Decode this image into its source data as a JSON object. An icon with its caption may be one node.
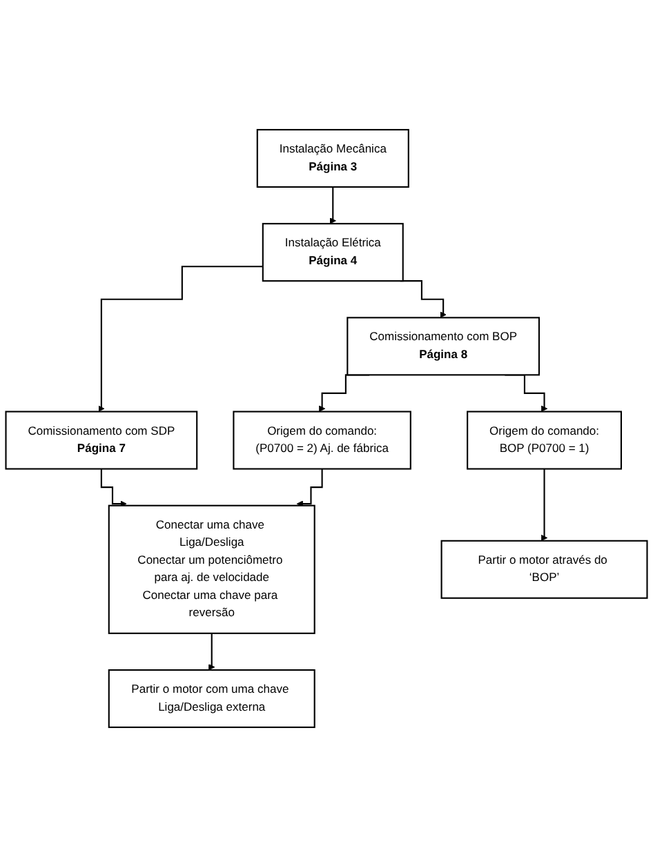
{
  "diagram": {
    "nodes": [
      {
        "text": [
          "Instalação Mecânica",
          "Página 3"
        ]
      },
      {
        "text": [
          "Instalação Elétrica",
          "Página 4"
        ]
      },
      {
        "text": [
          "Comissionamento com SDP",
          "Página 7"
        ]
      },
      {
        "text": [
          "Comissionamento com BOP",
          "Página 8"
        ]
      },
      {
        "text": [
          "Origem do comando:",
          "(P0700 = 2) Aj. de fábrica"
        ]
      },
      {
        "text": [
          "Origem do comando:",
          "BOP (P0700 = 1)"
        ]
      },
      {
        "text": [
          "Conectar uma chave Liga/Desliga",
          "Conectar um potenciômetro para aj. de velocidade",
          "Conectar uma chave para reversão"
        ]
      },
      {
        "text": [
          "Partir o motor com uma chave Liga/Desliga externa"
        ]
      },
      {
        "text": [
          "Partir o motor através do ‘BOP’"
        ]
      }
    ],
    "edges": [
      {
        "from": 0,
        "to": 1,
        "arrow": "to"
      },
      {
        "from": 1,
        "to": 2,
        "arrow": "to"
      },
      {
        "from": 1,
        "to": 3,
        "arrow": "to"
      },
      {
        "from": 3,
        "to": 4,
        "arrow": "to"
      },
      {
        "from": 3,
        "to": 5,
        "arrow": "to"
      },
      {
        "from": 2,
        "to": 6,
        "arrow": "to"
      },
      {
        "from": 4,
        "to": 6,
        "arrow": "to"
      },
      {
        "from": 6,
        "to": 7,
        "arrow": "to"
      },
      {
        "from": 5,
        "to": 8,
        "arrow": "to"
      }
    ]
  }
}
